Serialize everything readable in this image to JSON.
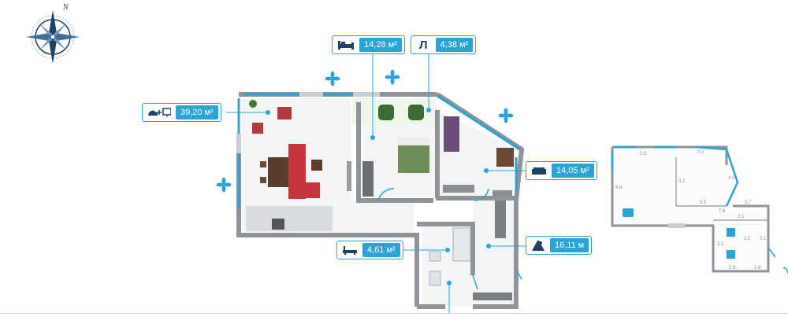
{
  "compass": {
    "north_label": "N"
  },
  "rooms": {
    "living": {
      "area": "39,20 м²"
    },
    "bedroom": {
      "area": "14,28 м²"
    },
    "loggia": {
      "letter": "Л",
      "area": "4,38 м²"
    },
    "cabinet": {
      "area": "14,05 м²"
    },
    "hall": {
      "area": "16,11 м"
    },
    "bath": {
      "area": "4,61 м²"
    }
  },
  "mini_plan": {
    "dims": [
      "5.5",
      "2.0",
      "6.8",
      "3.2",
      "4.0",
      "5.5",
      "3.7",
      "7.6",
      "2.1",
      "2.6",
      "1.8",
      "2.2",
      "2.5",
      "3.1"
    ]
  },
  "colors": {
    "accent": "#2aa3d6",
    "icon": "#1e4166",
    "wall": "#8b9196",
    "floor": "#f1f3f4"
  }
}
